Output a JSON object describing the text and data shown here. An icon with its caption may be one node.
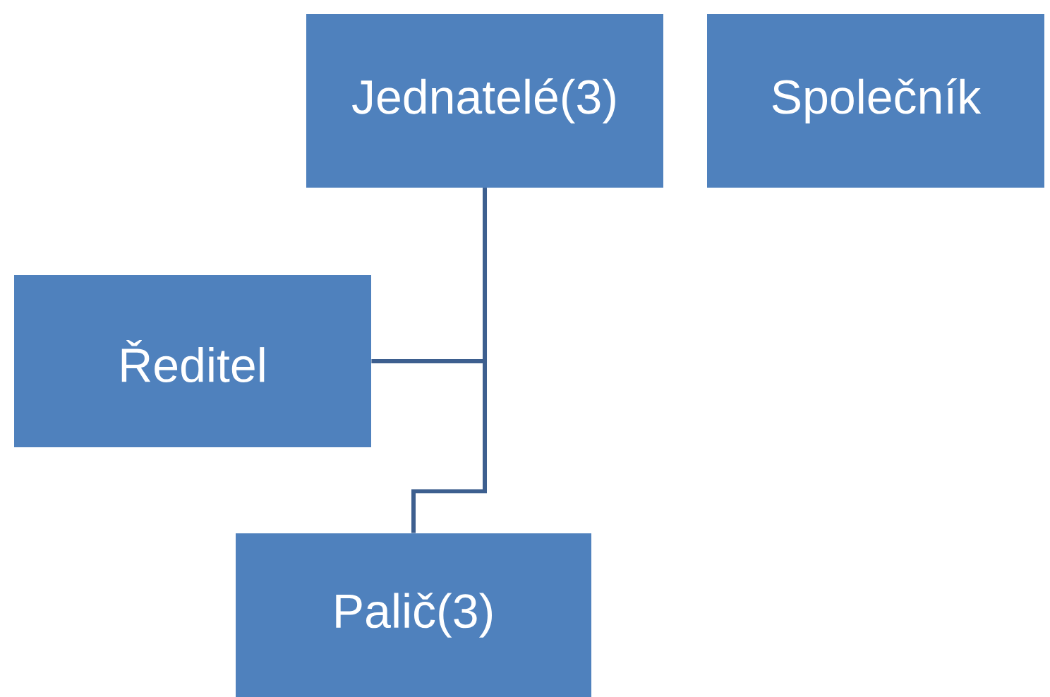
{
  "diagram": {
    "nodes": [
      {
        "text": [
          "Jednatelé(3)"
        ]
      },
      {
        "text": [
          "Společník"
        ]
      },
      {
        "text": [
          "Ředitel"
        ]
      },
      {
        "text": [
          "Palič(3)"
        ]
      }
    ],
    "edges": [
      {
        "from": 0,
        "to": 2,
        "arrow": "none"
      },
      {
        "from": 0,
        "to": 3,
        "arrow": "none"
      }
    ]
  }
}
